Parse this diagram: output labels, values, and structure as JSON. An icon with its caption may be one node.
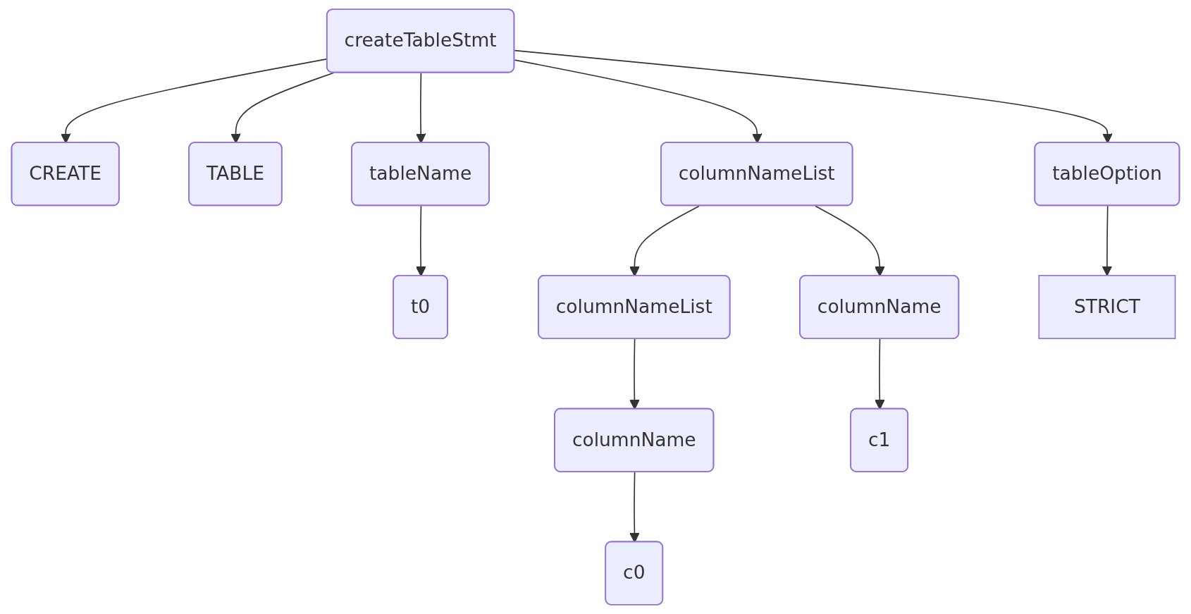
{
  "diagram": {
    "nodes": [
      {
        "text": [
          "createTableStmt"
        ]
      },
      {
        "text": [
          "CREATE"
        ]
      },
      {
        "text": [
          "TABLE"
        ]
      },
      {
        "text": [
          "tableName"
        ]
      },
      {
        "text": [
          "columnNameList"
        ]
      },
      {
        "text": [
          "tableOption"
        ]
      },
      {
        "text": [
          "t0"
        ]
      },
      {
        "text": [
          "columnNameList"
        ]
      },
      {
        "text": [
          "columnName"
        ]
      },
      {
        "text": [
          "STRICT"
        ]
      },
      {
        "text": [
          "columnName"
        ]
      },
      {
        "text": [
          "c1"
        ]
      },
      {
        "text": [
          "c0"
        ]
      }
    ],
    "edges": [
      {
        "from": 0,
        "to": 1,
        "arrow": "to"
      },
      {
        "from": 0,
        "to": 2,
        "arrow": "to"
      },
      {
        "from": 0,
        "to": 3,
        "arrow": "to"
      },
      {
        "from": 0,
        "to": 4,
        "arrow": "to"
      },
      {
        "from": 0,
        "to": 5,
        "arrow": "to"
      },
      {
        "from": 3,
        "to": 6,
        "arrow": "to"
      },
      {
        "from": 4,
        "to": 7,
        "arrow": "to"
      },
      {
        "from": 4,
        "to": 8,
        "arrow": "to"
      },
      {
        "from": 5,
        "to": 9,
        "arrow": "to"
      },
      {
        "from": 7,
        "to": 10,
        "arrow": "to"
      },
      {
        "from": 8,
        "to": 11,
        "arrow": "to"
      },
      {
        "from": 10,
        "to": 12,
        "arrow": "to"
      }
    ]
  }
}
